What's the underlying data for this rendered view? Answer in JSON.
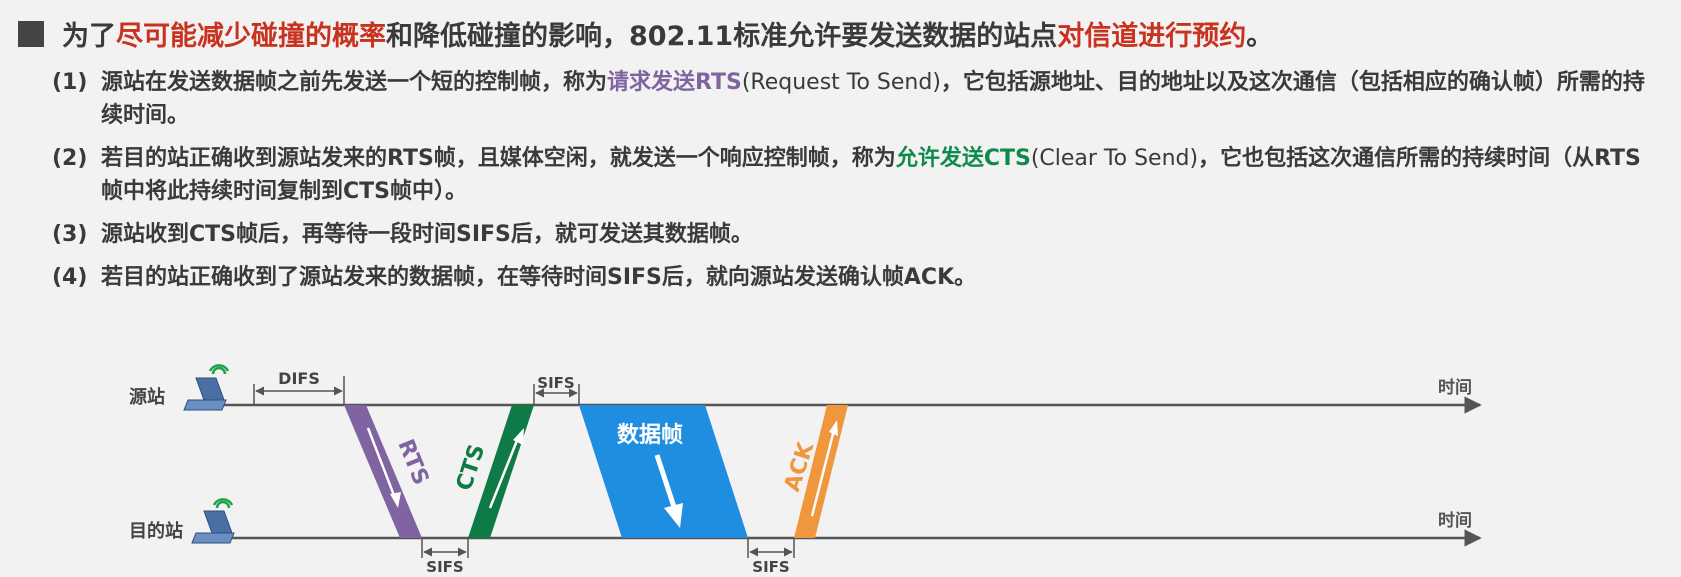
{
  "headline": {
    "parts": [
      {
        "text": "为了",
        "style": "plain"
      },
      {
        "text": "尽可能减少碰撞的概率",
        "style": "red"
      },
      {
        "text": "和降低碰撞的影响，802.11标准允许要发送数据的站点",
        "style": "plain"
      },
      {
        "text": "对信道进行预约",
        "style": "red"
      },
      {
        "text": "。",
        "style": "plain"
      }
    ]
  },
  "items": [
    {
      "num": "(1)",
      "parts": [
        {
          "text": "源站在发送数据帧之前先发送一个短的控制帧，称为",
          "style": "plain"
        },
        {
          "text": "请求发送RTS",
          "style": "purple"
        },
        {
          "text": "(Request To Send)",
          "style": "normal"
        },
        {
          "text": "，它包括源地址、目的地址以及这次通信（包括相应的确认帧）所需的持续时间。",
          "style": "plain"
        }
      ]
    },
    {
      "num": "(2)",
      "parts": [
        {
          "text": "若目的站正确收到源站发来的RTS帧，且媒体空闲，就发送一个响应控制帧，称为",
          "style": "plain"
        },
        {
          "text": "允许发送CTS",
          "style": "green"
        },
        {
          "text": "(Clear To Send)",
          "style": "normal"
        },
        {
          "text": "，它也包括这次通信所需的持续时间（从RTS帧中将此持续时间复制到CTS帧中）。",
          "style": "plain"
        }
      ]
    },
    {
      "num": "(3)",
      "parts": [
        {
          "text": "源站收到CTS帧后，再等待一段时间SIFS后，就可发送其数据帧。",
          "style": "plain"
        }
      ]
    },
    {
      "num": "(4)",
      "parts": [
        {
          "text": "若目的站正确收到了源站发来的数据帧，在等待时间SIFS后，就向源站发送确认帧ACK。",
          "style": "plain"
        }
      ]
    }
  ],
  "diagram": {
    "source_label": "源站",
    "dest_label": "目的站",
    "time_label": "时间",
    "difs_label": "DIFS",
    "sifs_label": "SIFS",
    "rts_label": "RTS",
    "cts_label": "CTS",
    "data_label": "数据帧",
    "ack_label": "ACK",
    "colors": {
      "rts": "#8064a2",
      "cts": "#0e7a45",
      "data": "#1f8de0",
      "ack": "#f0963c",
      "line": "#555555",
      "wifi": "#1aa34a",
      "laptop": "#4a6fa5"
    }
  }
}
